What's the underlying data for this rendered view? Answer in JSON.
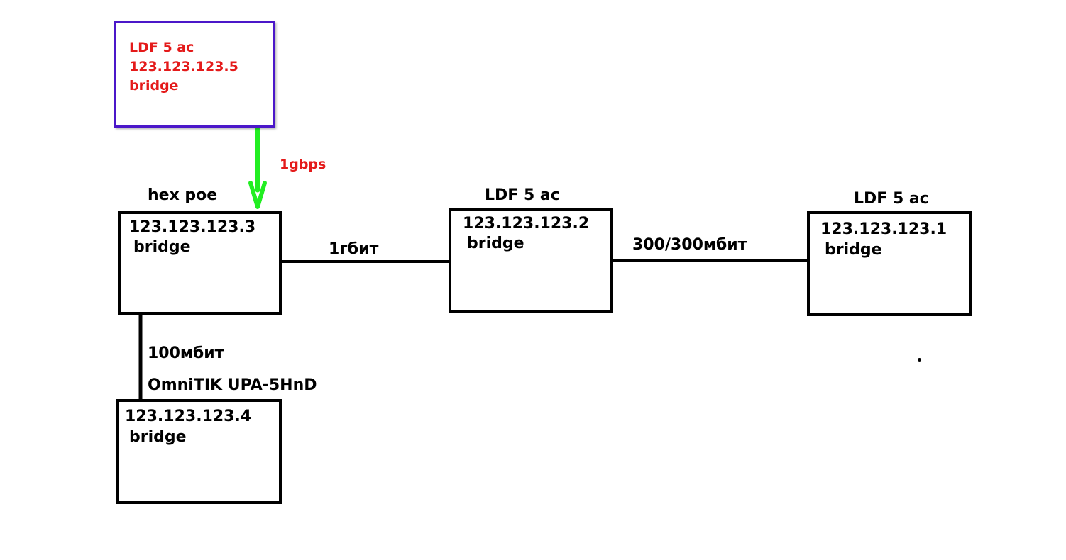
{
  "nodes": {
    "top": {
      "model": "LDF 5 ac",
      "ip": "123.123.123.5",
      "mode": "bridge"
    },
    "hex": {
      "model": "hex poe",
      "ip": "123.123.123.3",
      "mode": "bridge"
    },
    "mid": {
      "model": "LDF 5 ac",
      "ip": "123.123.123.2",
      "mode": "bridge"
    },
    "right": {
      "model": "LDF 5 ac",
      "ip": "123.123.123.1",
      "mode": "bridge"
    },
    "bottom": {
      "model": "OmniTIK UPA-5HnD",
      "ip": "123.123.123.4",
      "mode": "bridge"
    }
  },
  "links": {
    "top_hex": "1gbps",
    "hex_mid": "1гбит",
    "mid_right": "300/300мбит",
    "hex_bottom": "100мбит"
  },
  "colors": {
    "top_box_border": "#4b17c9",
    "top_box_text": "#e41a1a",
    "arrow": "#22ee22",
    "line": "#000000"
  }
}
